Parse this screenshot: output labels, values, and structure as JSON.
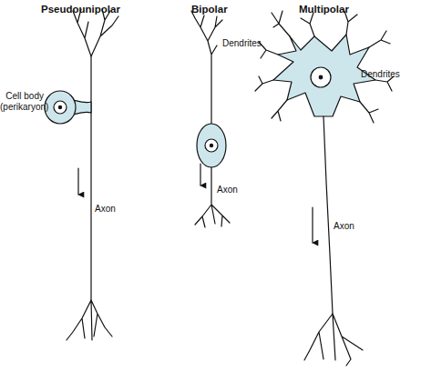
{
  "diagram": {
    "labels": [
      "Pseudounipolar",
      "Bipolar",
      "Multipolar",
      "Dendrites",
      "Dendrites",
      "Cell body (perikaryon)",
      "Axon",
      "Axon",
      "Axon"
    ]
  }
}
